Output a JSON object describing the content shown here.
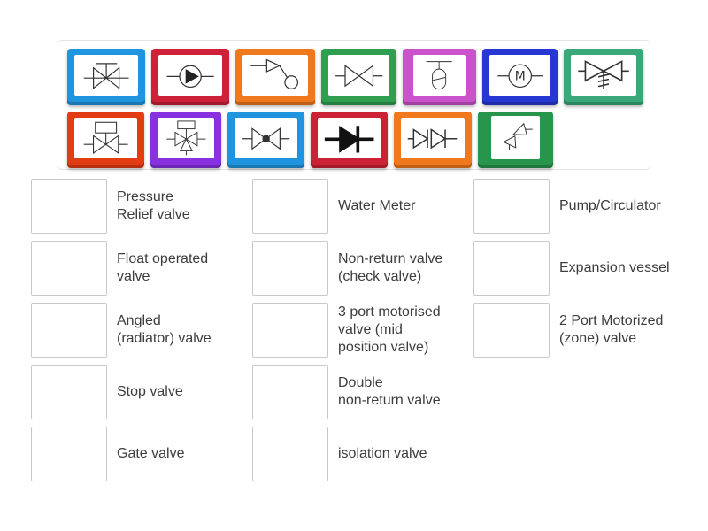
{
  "palette_board": {
    "rows": [
      {
        "tiles": [
          {
            "icon": "stop-valve-symbol",
            "color": "#2095df"
          },
          {
            "icon": "pump-circulator-symbol",
            "color": "#ce2139"
          },
          {
            "icon": "float-operated-valve-symbol",
            "color": "#f0791d"
          },
          {
            "icon": "gate-valve-symbol",
            "color": "#2f9e4f"
          },
          {
            "icon": "expansion-vessel-symbol",
            "color": "#ca53cb"
          },
          {
            "icon": "water-meter-symbol",
            "color": "#2737d3",
            "letter": "M"
          },
          {
            "icon": "pressure-relief-valve-symbol",
            "color": "#3aa878"
          }
        ]
      },
      {
        "tiles": [
          {
            "icon": "two-port-motorized-valve-symbol",
            "color": "#e23d12"
          },
          {
            "icon": "three-port-motorised-valve-symbol",
            "color": "#8831e0"
          },
          {
            "icon": "isolation-valve-symbol",
            "color": "#2095df"
          },
          {
            "icon": "non-return-valve-symbol",
            "color": "#cc2235"
          },
          {
            "icon": "double-non-return-valve-symbol",
            "color": "#f0791d"
          },
          {
            "icon": "angled-radiator-valve-symbol",
            "color": "#28954d"
          }
        ]
      }
    ]
  },
  "match_list": {
    "columns": [
      {
        "items": [
          {
            "label": "Pressure\nRelief valve"
          },
          {
            "label": "Float operated\nvalve"
          },
          {
            "label": "Angled\n(radiator) valve"
          },
          {
            "label": "Stop valve"
          },
          {
            "label": "Gate valve"
          }
        ]
      },
      {
        "items": [
          {
            "label": "Water Meter"
          },
          {
            "label": "Non-return valve\n(check valve)"
          },
          {
            "label": "3 port motorised\nvalve (mid\nposition valve)"
          },
          {
            "label": "Double\nnon-return valve"
          },
          {
            "label": "isolation valve"
          }
        ]
      },
      {
        "items": [
          {
            "label": "Pump/Circulator"
          },
          {
            "label": "Expansion vessel"
          },
          {
            "label": "2 Port Motorized\n(zone) valve"
          }
        ]
      }
    ]
  }
}
